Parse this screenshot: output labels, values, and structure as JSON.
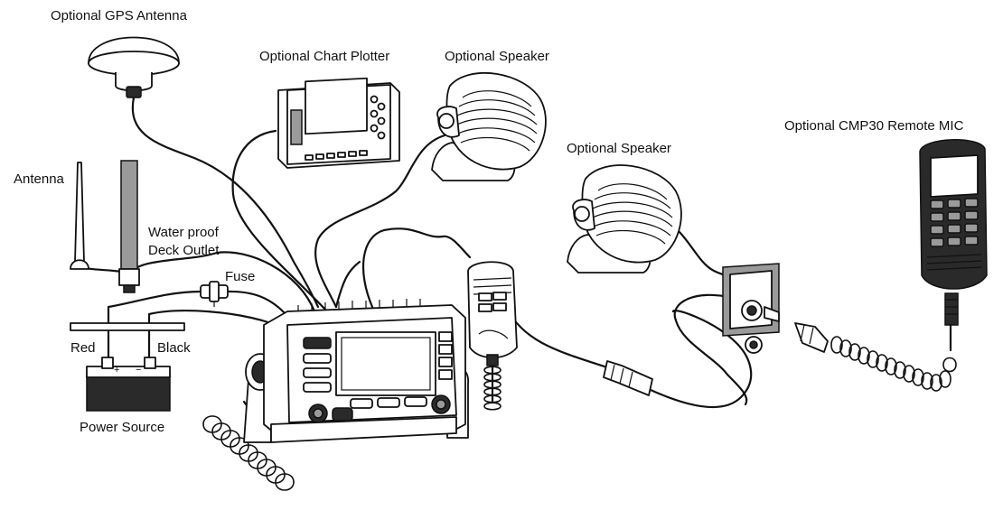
{
  "labels": {
    "gps_antenna": "Optional GPS Antenna",
    "chart_plotter": "Optional Chart Plotter",
    "speaker_top": "Optional Speaker",
    "speaker_right": "Optional Speaker",
    "remote_mic": "Optional CMP30 Remote MIC",
    "antenna": "Antenna",
    "deck_outlet_line1": "Water proof",
    "deck_outlet_line2": "Deck Outlet",
    "fuse": "Fuse",
    "red": "Red",
    "black": "Black",
    "power_source": "Power Source",
    "plus": "+",
    "minus": "−"
  }
}
